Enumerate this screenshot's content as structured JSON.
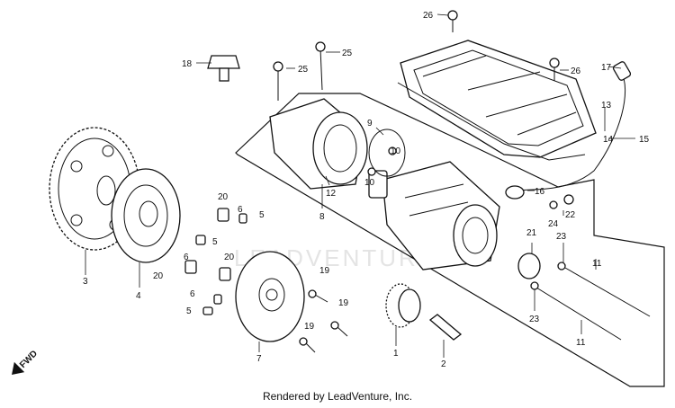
{
  "watermark": "LEADVENTURE",
  "footer": "Rendered by LeadVenture, Inc.",
  "fwd_label": "FWD",
  "callouts": {
    "c1": "1",
    "c2": "2",
    "c3": "3",
    "c4": "4",
    "c5a": "5",
    "c5b": "5",
    "c5c": "5",
    "c6a": "6",
    "c6b": "6",
    "c6c": "6",
    "c7": "7",
    "c8": "8",
    "c9": "9",
    "c10a": "10",
    "c10b": "10",
    "c11a": "11",
    "c11b": "11",
    "c12": "12",
    "c13": "13",
    "c14": "14",
    "c15": "15",
    "c16": "16",
    "c17": "17",
    "c18": "18",
    "c19a": "19",
    "c19b": "19",
    "c19c": "19",
    "c20a": "20",
    "c20b": "20",
    "c20c": "20",
    "c21": "21",
    "c22": "22",
    "c23a": "23",
    "c23b": "23",
    "c24": "24",
    "c25a": "25",
    "c25b": "25",
    "c26a": "26",
    "c26b": "26"
  }
}
